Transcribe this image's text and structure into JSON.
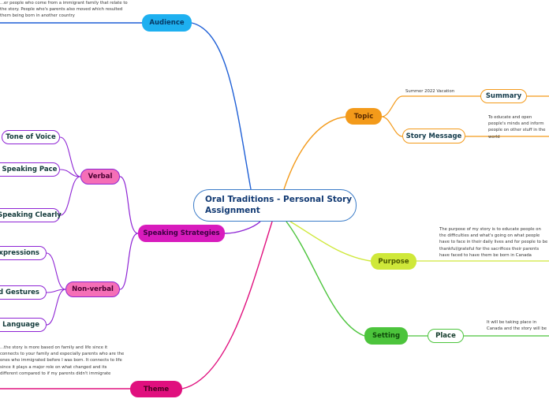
{
  "central": "Oral Traditions - Personal Story Assignment",
  "right": {
    "topic": "Topic",
    "summary_label": "Summer 2022 Vacation",
    "summary": "Summary",
    "story_message": "Story Message",
    "story_message_note": "To educate and open people's minds and inform people on other stuff in the world",
    "purpose": "Purpose",
    "purpose_note": "The purpose of my story is to educate people on the difficulties and what's going on what people have to face in their daily lives and for people to be thankful/grateful for the sacrifices their parents have faced to have them be born in Canada compared to the families that do not have the money for it",
    "setting": "Setting",
    "place": "Place",
    "place_note": "It will be taking place in Canada and the story will be based on an event that"
  },
  "left": {
    "audience": "Audience",
    "audience_note": "...er people who come from a immigrant family that relate to the story. People who's parents also moved which resulted them being born in another country",
    "speaking_strategies": "Speaking Strategies",
    "verbal": "Verbal",
    "tone_of_voice": "Tone of Voice",
    "speaking_pace": "Speaking Pace",
    "speaking_clearly": "Speaking Clearly",
    "non_verbal": "Non-verbal",
    "facial_expressions": "Facial Expressions",
    "hand_gestures": "Hand Gestures",
    "body_language": "Body Language",
    "theme": "Theme",
    "theme_note": "...the story is more based on family and life since it connects to your family and especially parents who are the ones who immigrated before I was born. It connects to life since it plays a major role on what changed and its different compared to if my parents didn't immigrate"
  },
  "colors": {
    "blue": "#1e5fd6",
    "cyan": "#1eb0f0",
    "orange": "#f39a1a",
    "lime": "#cfe83a",
    "green": "#4cc43c",
    "purple": "#8e24d4",
    "pink": "#f56fb7",
    "magenta": "#d81bbd",
    "theme": "#e0107e"
  }
}
